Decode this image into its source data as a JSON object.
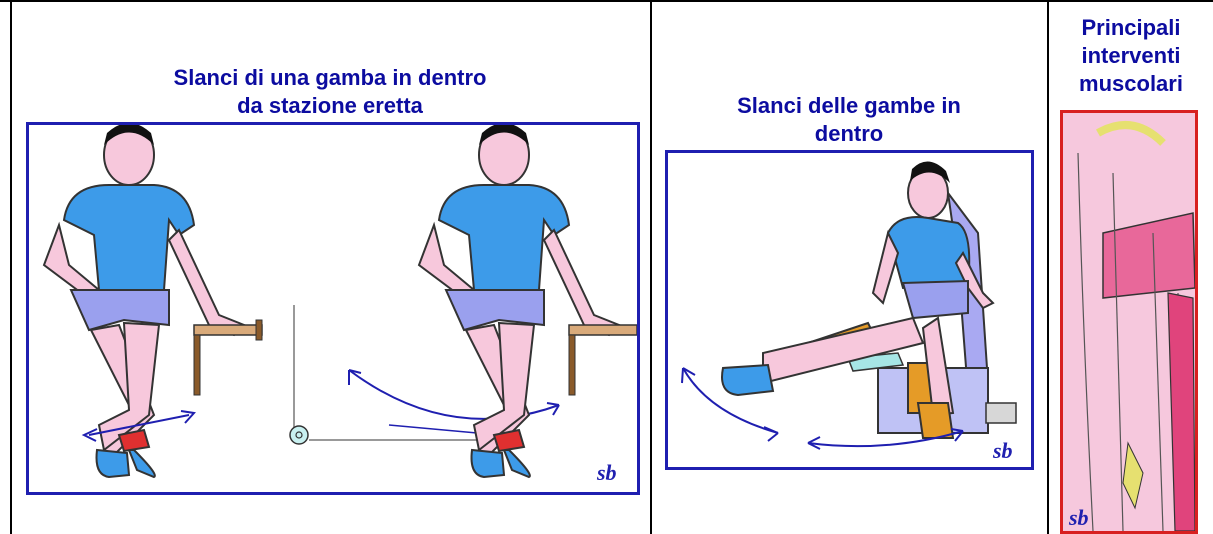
{
  "columns": [
    {
      "title_lines": [
        "Slanci di una gamba in dentro",
        "da stazione eretta"
      ],
      "signature": "sb"
    },
    {
      "title_lines": [
        "Slanci delle gambe in",
        "dentro"
      ],
      "signature": "sb"
    },
    {
      "title_lines": [
        "Principali",
        "interventi",
        "muscolari"
      ],
      "signature": "sb"
    }
  ],
  "colors": {
    "title_blue": "#0c0ca0",
    "panel_border_blue": "#1f1fb0",
    "panel_border_red": "#d82020",
    "shirt": "#3d9be9",
    "shorts": "#9aa0ee",
    "skin": "#f7c8dc"
  }
}
